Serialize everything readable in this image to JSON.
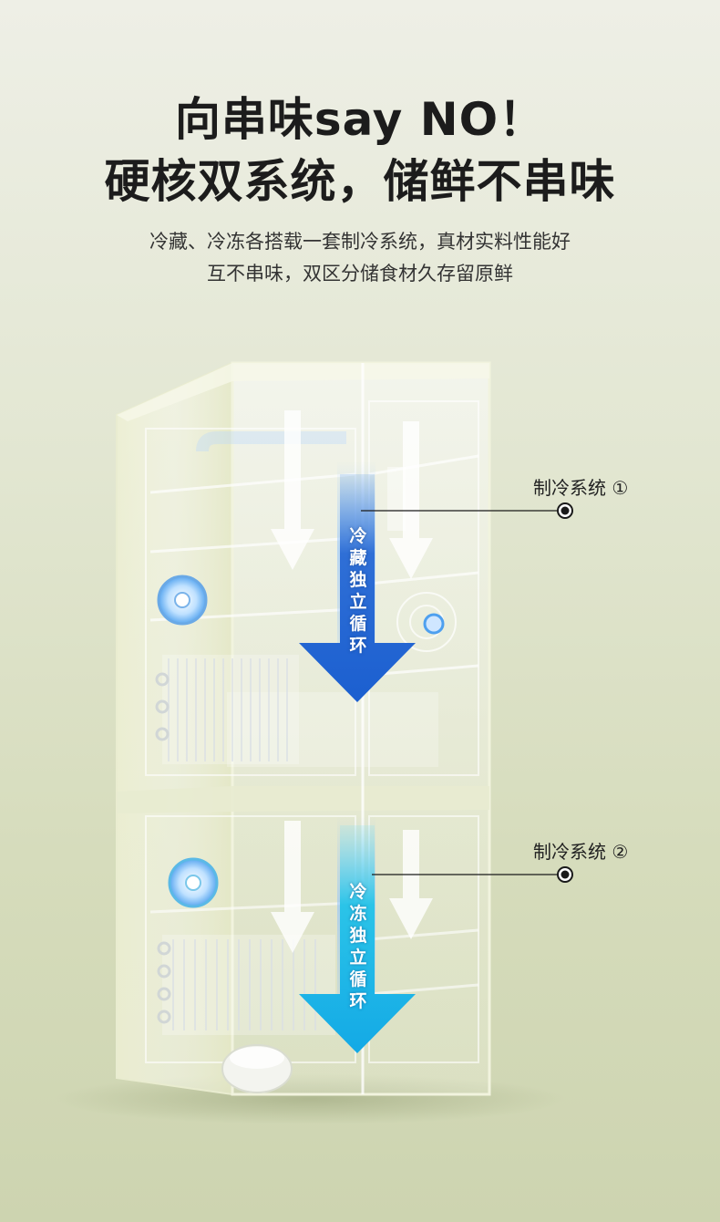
{
  "headline": {
    "line1": "向串味say NO！",
    "line2": "硬核双系统，储鲜不串味"
  },
  "subtitle": {
    "line1": "冷藏、冷冻各搭载一套制冷系统，真材实料性能好",
    "line2": "互不串味，双区分储食材久存留原鲜"
  },
  "arrows": {
    "fridge_arrow": "冷\n藏\n独\n立\n循\n环",
    "freezer_arrow": "冷\n冻\n独\n立\n循\n环"
  },
  "callouts": {
    "system1": "制冷系统 ①",
    "system2": "制冷系统 ②"
  },
  "colors": {
    "fridge_arrow_top": "#2f6fd6",
    "fridge_arrow_bottom": "#1b5fd0",
    "freezer_arrow_top": "#2bc4e8",
    "freezer_arrow_bottom": "#13a9e6",
    "callout_dot": "#1a1a1a"
  }
}
